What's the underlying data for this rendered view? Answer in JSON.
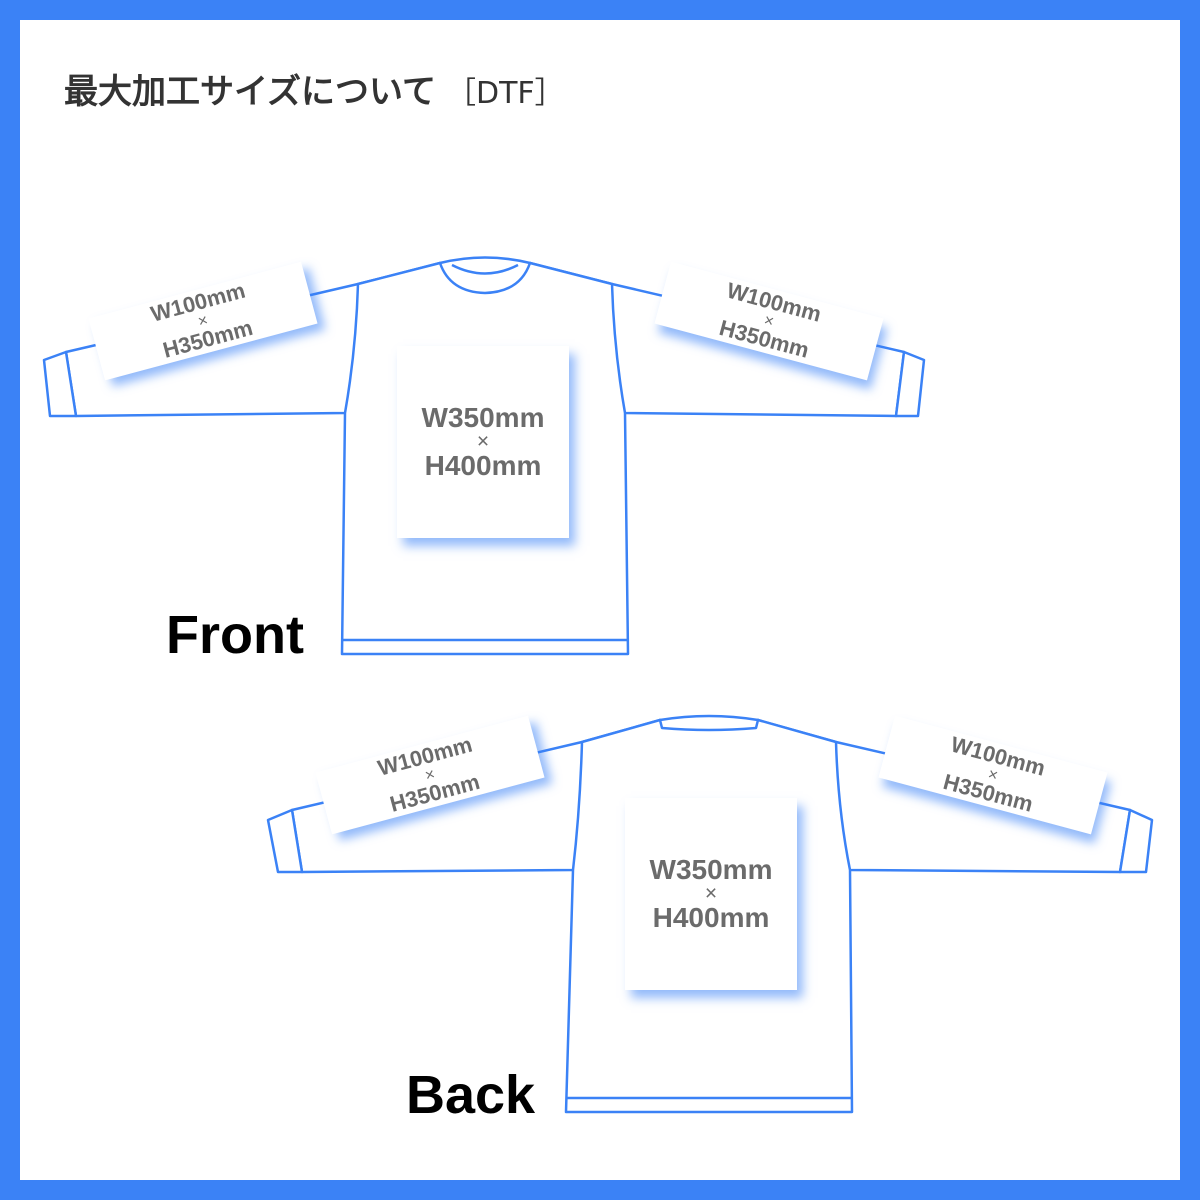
{
  "title": {
    "main": "最大加工サイズについて",
    "sub": "［DTF］"
  },
  "front": {
    "label": "Front",
    "left_sleeve": {
      "w": "W100mm",
      "times": "×",
      "h": "H350mm"
    },
    "right_sleeve": {
      "w": "W100mm",
      "times": "×",
      "h": "H350mm"
    },
    "body": {
      "w": "W350mm",
      "times": "×",
      "h": "H400mm"
    }
  },
  "back": {
    "label": "Back",
    "left_sleeve": {
      "w": "W100mm",
      "times": "×",
      "h": "H350mm"
    },
    "right_sleeve": {
      "w": "W100mm",
      "times": "×",
      "h": "H350mm"
    },
    "body": {
      "w": "W350mm",
      "times": "×",
      "h": "H400mm"
    }
  },
  "colors": {
    "frame": "#3b82f6",
    "outline": "#3b82f6",
    "text": "#6b6b6b"
  }
}
